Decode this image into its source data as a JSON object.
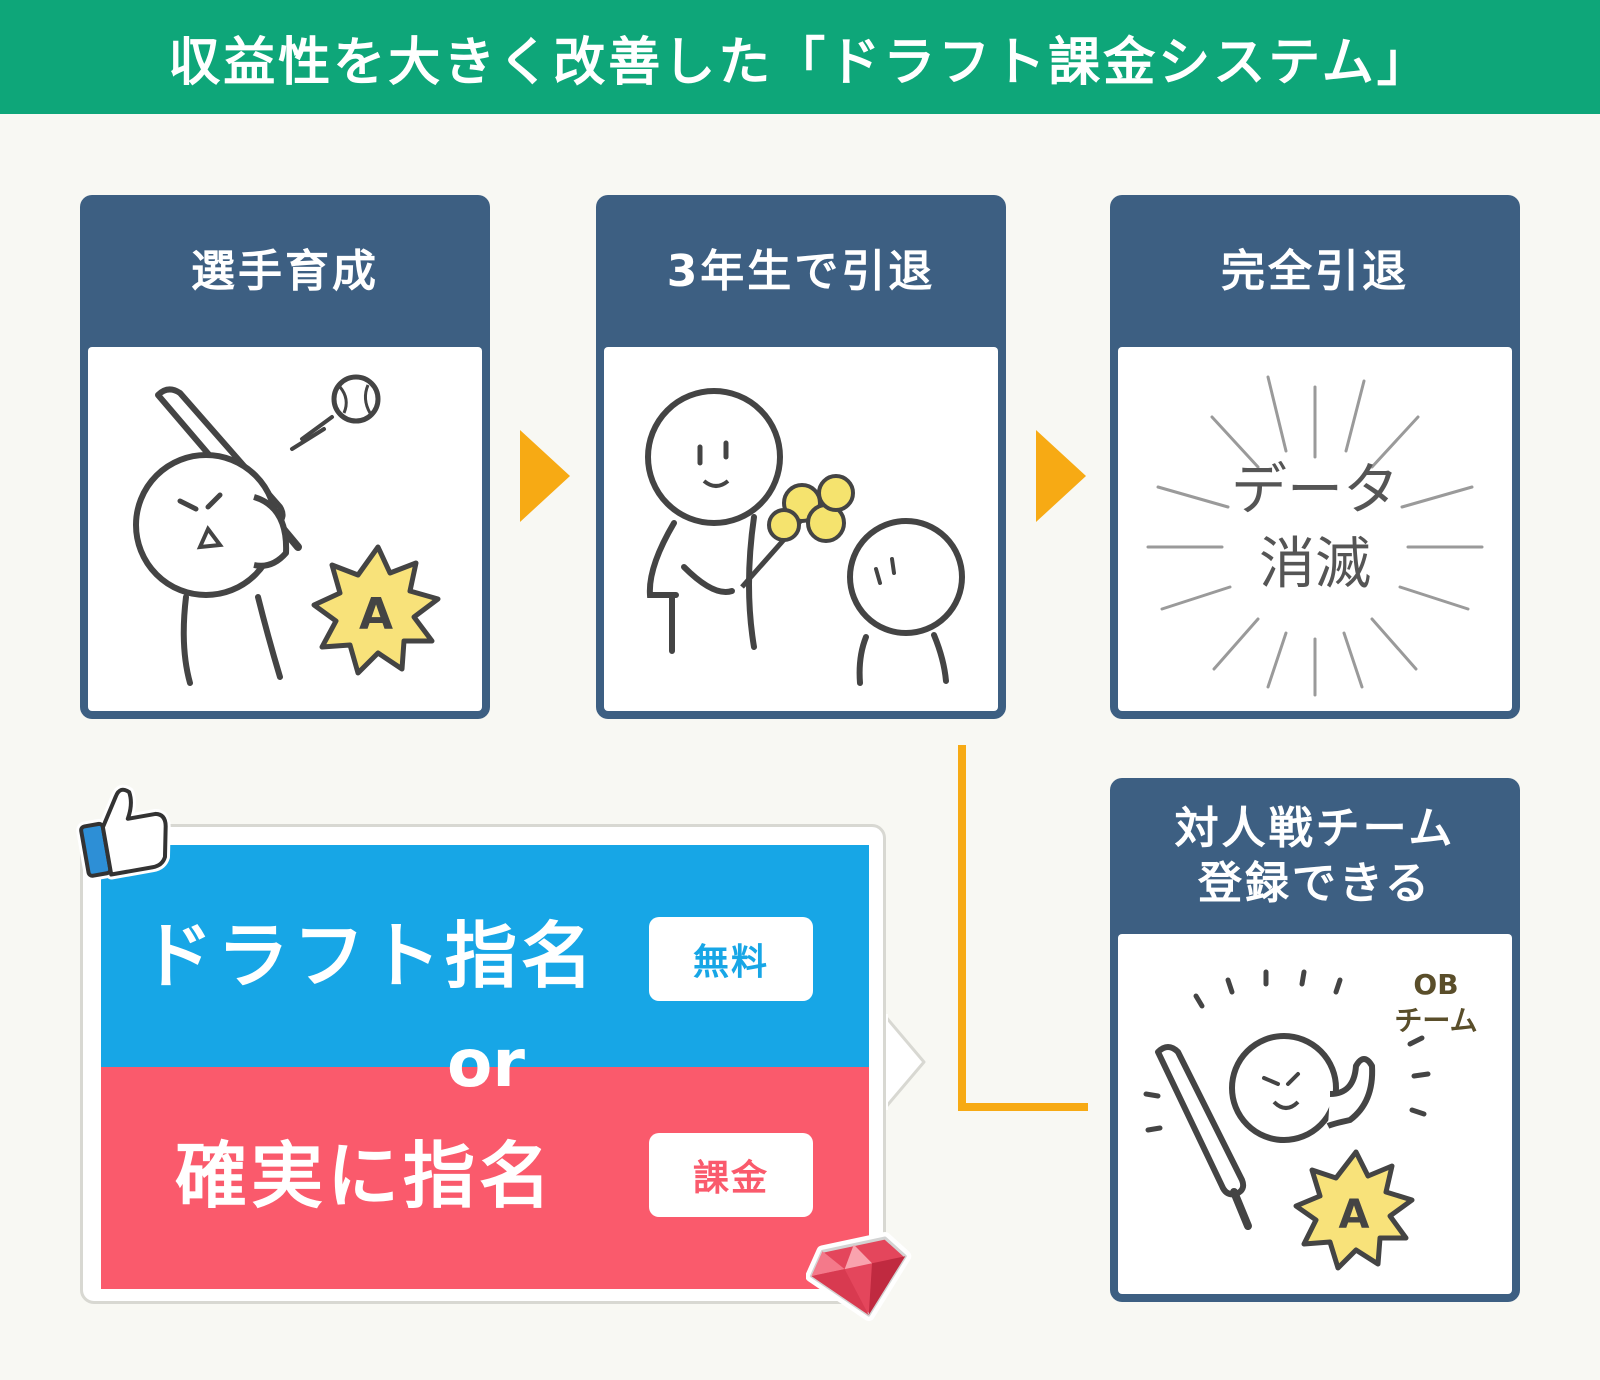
{
  "header": {
    "title": "収益性を大きく改善した「ドラフト課金システム」"
  },
  "cards": {
    "training": {
      "title": "選手育成",
      "badge": "A"
    },
    "graduate": {
      "title": "3年生で引退"
    },
    "retire": {
      "title": "完全引退",
      "text_line1": "データ",
      "text_line2": "消滅"
    },
    "team": {
      "title_line1": "対人戦チーム",
      "title_line2": "登録できる",
      "ob_line1": "OB",
      "ob_line2": "チーム",
      "badge": "A"
    }
  },
  "draft": {
    "free_label": "ドラフト指名",
    "free_tag": "無料",
    "or": "or",
    "paid_label": "確実に指名",
    "paid_tag": "課金"
  },
  "colors": {
    "header_bg": "#0ea679",
    "card_bg": "#3d5f82",
    "arrow": "#f7aa14",
    "blue_band": "#17a6e6",
    "red_band": "#fa5a6c"
  },
  "icons": [
    "thumbs-up-icon",
    "gem-icon",
    "arrow-right-icon",
    "baseball-icon",
    "flower-bouquet-icon",
    "burst-badge-icon"
  ]
}
